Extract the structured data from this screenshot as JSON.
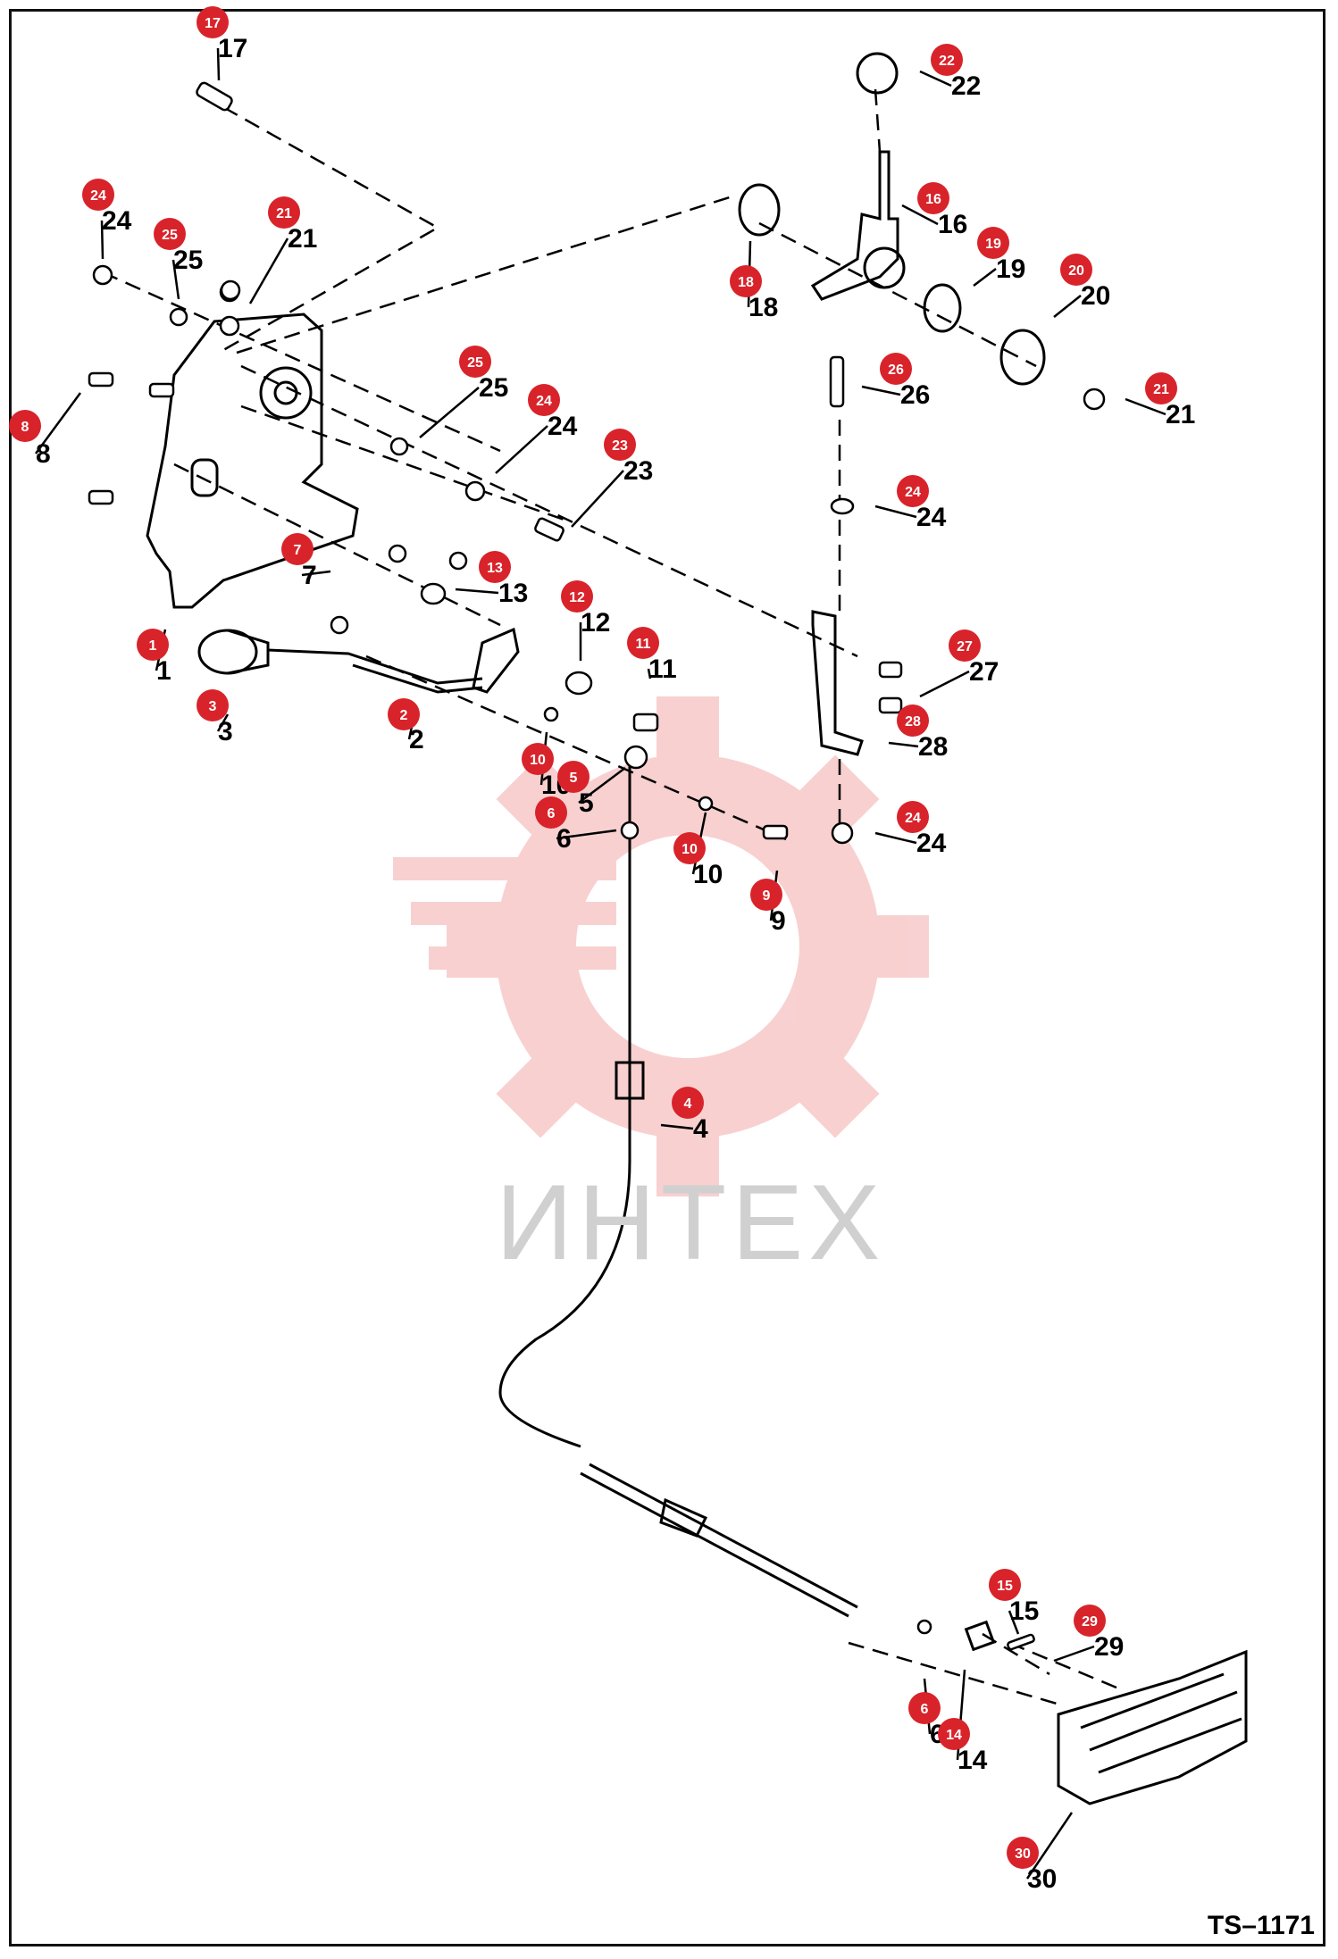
{
  "drawing_code": "TS–1171",
  "watermark_text": "ИНТЕХ",
  "colors": {
    "badge": "#d8232a",
    "line": "#000000",
    "watermark": "#f2b3b3"
  },
  "callouts": [
    {
      "num": "1"
    },
    {
      "num": "2"
    },
    {
      "num": "3"
    },
    {
      "num": "4"
    },
    {
      "num": "5"
    },
    {
      "num": "6"
    },
    {
      "num": "6"
    },
    {
      "num": "7"
    },
    {
      "num": "8"
    },
    {
      "num": "9"
    },
    {
      "num": "10"
    },
    {
      "num": "10"
    },
    {
      "num": "11"
    },
    {
      "num": "12"
    },
    {
      "num": "13"
    },
    {
      "num": "14"
    },
    {
      "num": "15"
    },
    {
      "num": "16"
    },
    {
      "num": "17"
    },
    {
      "num": "18"
    },
    {
      "num": "19"
    },
    {
      "num": "20"
    },
    {
      "num": "21"
    },
    {
      "num": "21"
    },
    {
      "num": "22"
    },
    {
      "num": "23"
    },
    {
      "num": "24"
    },
    {
      "num": "24"
    },
    {
      "num": "24"
    },
    {
      "num": "24"
    },
    {
      "num": "25"
    },
    {
      "num": "25"
    },
    {
      "num": "26"
    },
    {
      "num": "27"
    },
    {
      "num": "28"
    },
    {
      "num": "29"
    },
    {
      "num": "30"
    }
  ]
}
